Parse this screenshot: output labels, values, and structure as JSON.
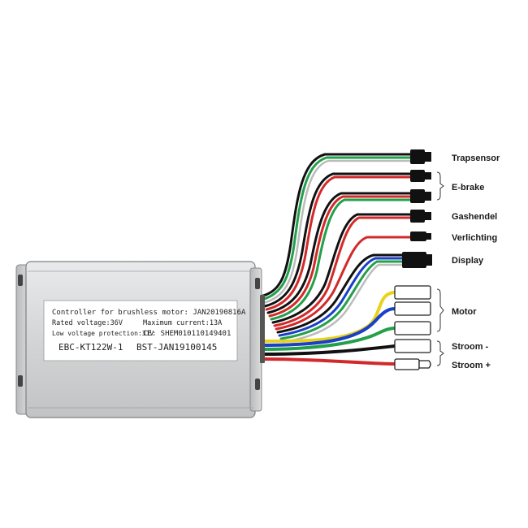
{
  "controller": {
    "line1": "Controller for brushless motor: JAN20190816A",
    "line2a": "Rated voltage:36V",
    "line2b": "Maximum current:13A",
    "line3a": "Low voltage protection:31V",
    "line3b": "CE: SHEM010110149401",
    "model": "EBC-KT122W-1",
    "serial": "BST-JAN19100145"
  },
  "connectors": [
    {
      "label": "Trapsensor"
    },
    {
      "label": "E-brake"
    },
    {
      "label": "Gashendel"
    },
    {
      "label": "Verlichting"
    },
    {
      "label": "Display"
    },
    {
      "label": "Motor"
    },
    {
      "label": "Stroom -"
    },
    {
      "label": "Stroom +"
    }
  ],
  "colors": {
    "housing": "#d9dadb",
    "wire_red": "#d22a2a",
    "wire_green": "#22a04a",
    "wire_blue": "#1a3fc8",
    "wire_yellow": "#e8d21a",
    "wire_black": "#111111",
    "wire_white": "#bbbbbb"
  }
}
